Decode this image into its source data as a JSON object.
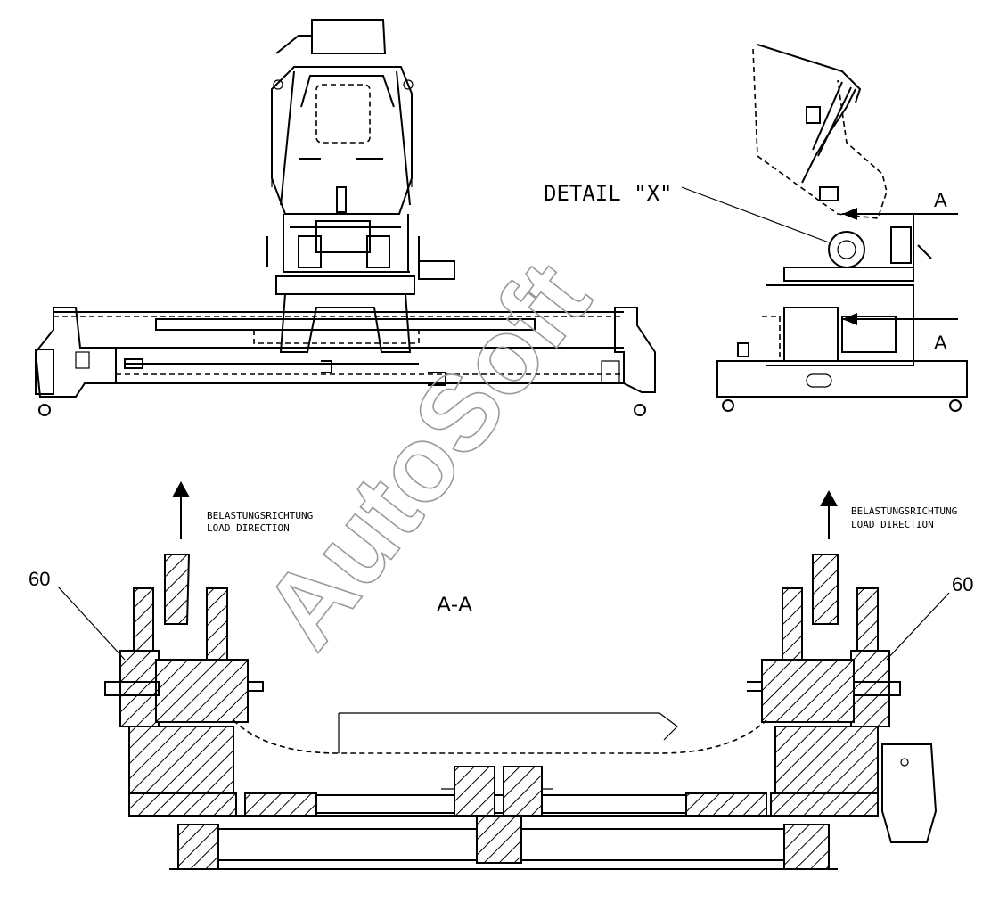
{
  "watermark": "AutoSoft",
  "labels": {
    "detail": "DETAIL \"X\"",
    "section_top": "A",
    "section_bottom": "A",
    "section_view": "A-A",
    "part_left": "60",
    "part_right": "60",
    "load_de": "BELASTUNGSRICHTUNG",
    "load_en": "LOAD DIRECTION"
  }
}
